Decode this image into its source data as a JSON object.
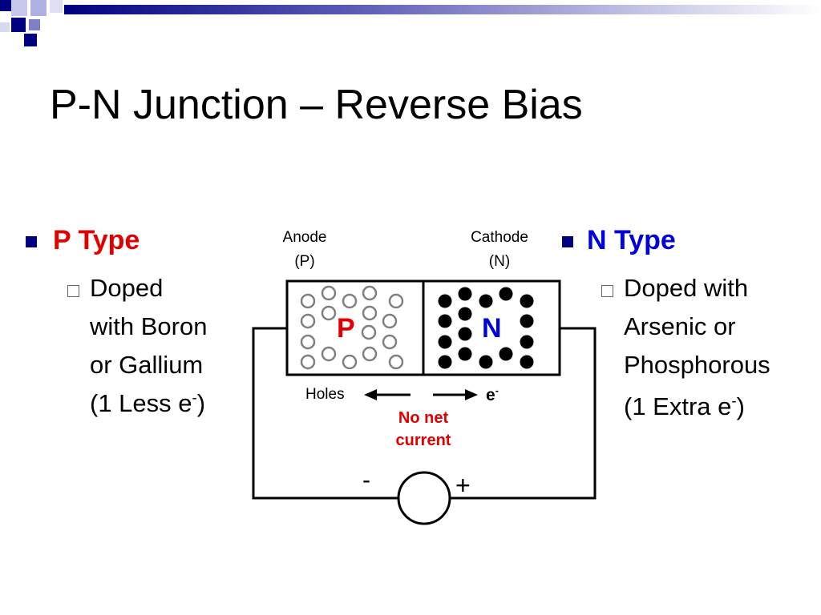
{
  "slide": {
    "title": "P-N Junction – Reverse Bias"
  },
  "left": {
    "heading": "P Type",
    "heading_color": "#e00000",
    "lines": [
      "Doped",
      "with Boron",
      "or Gallium"
    ],
    "less_prefix": "(1 Less e",
    "less_sup": "-",
    "less_suffix": ")"
  },
  "right": {
    "heading": "N Type",
    "heading_color": "#0000dd",
    "lines": [
      "Doped with",
      "Arsenic or",
      "Phosphorous"
    ],
    "extra_prefix": "(1 Extra e",
    "extra_sup": "-",
    "extra_suffix": ")"
  },
  "diagram": {
    "anode_label": "Anode",
    "anode_sub": "(P)",
    "cathode_label": "Cathode",
    "cathode_sub": "(N)",
    "p_label": "P",
    "n_label": "N",
    "holes_label": "Holes",
    "electron_label": "e",
    "electron_sup": "-",
    "no_net_line1": "No net",
    "no_net_line2": "current",
    "no_net_color": "#e00000",
    "minus_sign": "-",
    "plus_sign": "+"
  },
  "colors": {
    "bullet": "#000080",
    "hole_stroke": "#808080"
  }
}
